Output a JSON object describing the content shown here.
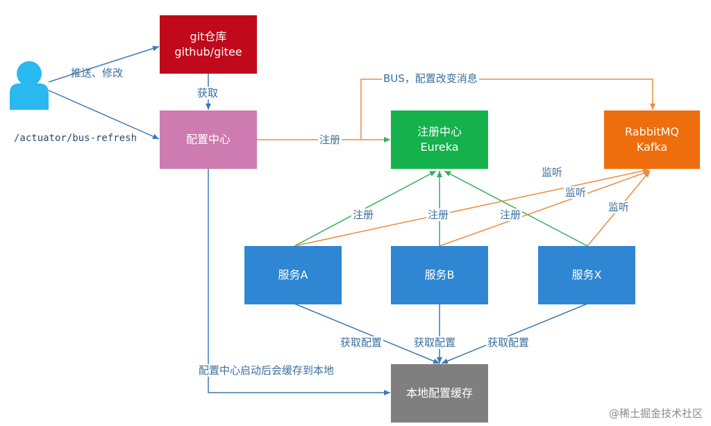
{
  "nodes": {
    "git_repo": {
      "line1": "git仓库",
      "line2": "github/gitee"
    },
    "config_center": {
      "label": "配置中心"
    },
    "registry": {
      "line1": "注册中心",
      "line2": "Eureka"
    },
    "mq": {
      "line1": "RabbitMQ",
      "line2": "Kafka"
    },
    "service_a": {
      "label": "服务A"
    },
    "service_b": {
      "label": "服务B"
    },
    "service_x": {
      "label": "服务X"
    },
    "local_cache": {
      "label": "本地配置缓存"
    }
  },
  "edges": {
    "push_modify": "推送、修改",
    "refresh_endpoint": "/actuator/bus-refresh",
    "fetch": "获取",
    "register": "注册",
    "bus_message": "BUS，配置改变消息",
    "register_a": "注册",
    "register_b": "注册",
    "register_x": "注册",
    "listen_a": "监听",
    "listen_b": "监听",
    "listen_x": "监听",
    "fetch_config_a": "获取配置",
    "fetch_config_b": "获取配置",
    "fetch_config_x": "获取配置",
    "cache_note": "配置中心启动后会缓存到本地"
  },
  "watermark": "@稀土掘金技术社区",
  "colors": {
    "git_repo": "#c0091a",
    "config_center": "#cd7bb0",
    "registry": "#14b14c",
    "mq": "#ee6d0c",
    "service": "#2f86d2",
    "local_cache": "#7f7f7f",
    "user": "#29b9f0",
    "edge_blue": "#3b79b5",
    "edge_orange": "#ef8a3f",
    "edge_green": "#32b05a"
  }
}
